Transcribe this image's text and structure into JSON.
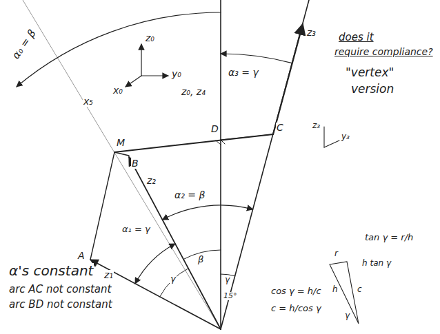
{
  "diagram": {
    "labels": [
      "does it",
      "require compliance?",
      "\"vertex\"",
      "version",
      "z₀",
      "y₀",
      "x₀",
      "α₀ = β",
      "x₅",
      "M",
      "B",
      "A",
      "z₁",
      "z₂",
      "α₁ = γ",
      "α₂ = β",
      "β",
      "γ",
      "γ",
      "15°",
      "z₀, z₄",
      "α₃ = γ",
      "z₃",
      "D",
      "C",
      "z₃",
      "y₃",
      "α's constant",
      "arc AC not constant",
      "arc BD not constant",
      "tan γ = r/h",
      "h tan γ",
      "r",
      "h",
      "c",
      "γ",
      "cos γ = h/c",
      "c = h/cos γ"
    ]
  }
}
